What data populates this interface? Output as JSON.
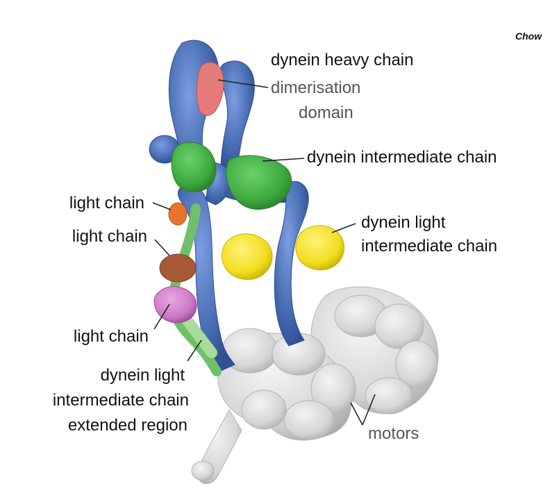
{
  "corner_text": "Chow",
  "labels": {
    "heavy_chain": "dynein heavy chain",
    "dimerisation_1": "dimerisation",
    "dimerisation_2": "domain",
    "intermediate_chain": "dynein intermediate chain",
    "lic_1": "dynein light",
    "lic_2": "intermediate chain",
    "light_chain_top": "light chain",
    "light_chain_mid": "light chain",
    "light_chain_bottom": "light chain",
    "ext_1": "dynein light",
    "ext_2": "intermediate chain",
    "ext_3": "extended region",
    "motors": "motors"
  },
  "colors": {
    "heavy_chain": "#4a6fb5",
    "dimerisation": "#e47a7a",
    "intermediate_chain": "#3da83d",
    "light_intermediate_chain": "#f2de1e",
    "light_chain_orange": "#e8742a",
    "light_chain_brown": "#a85a36",
    "light_chain_pink": "#cc77c6",
    "extended_region": "#9fd48f",
    "motors": "#dcdcdc"
  }
}
